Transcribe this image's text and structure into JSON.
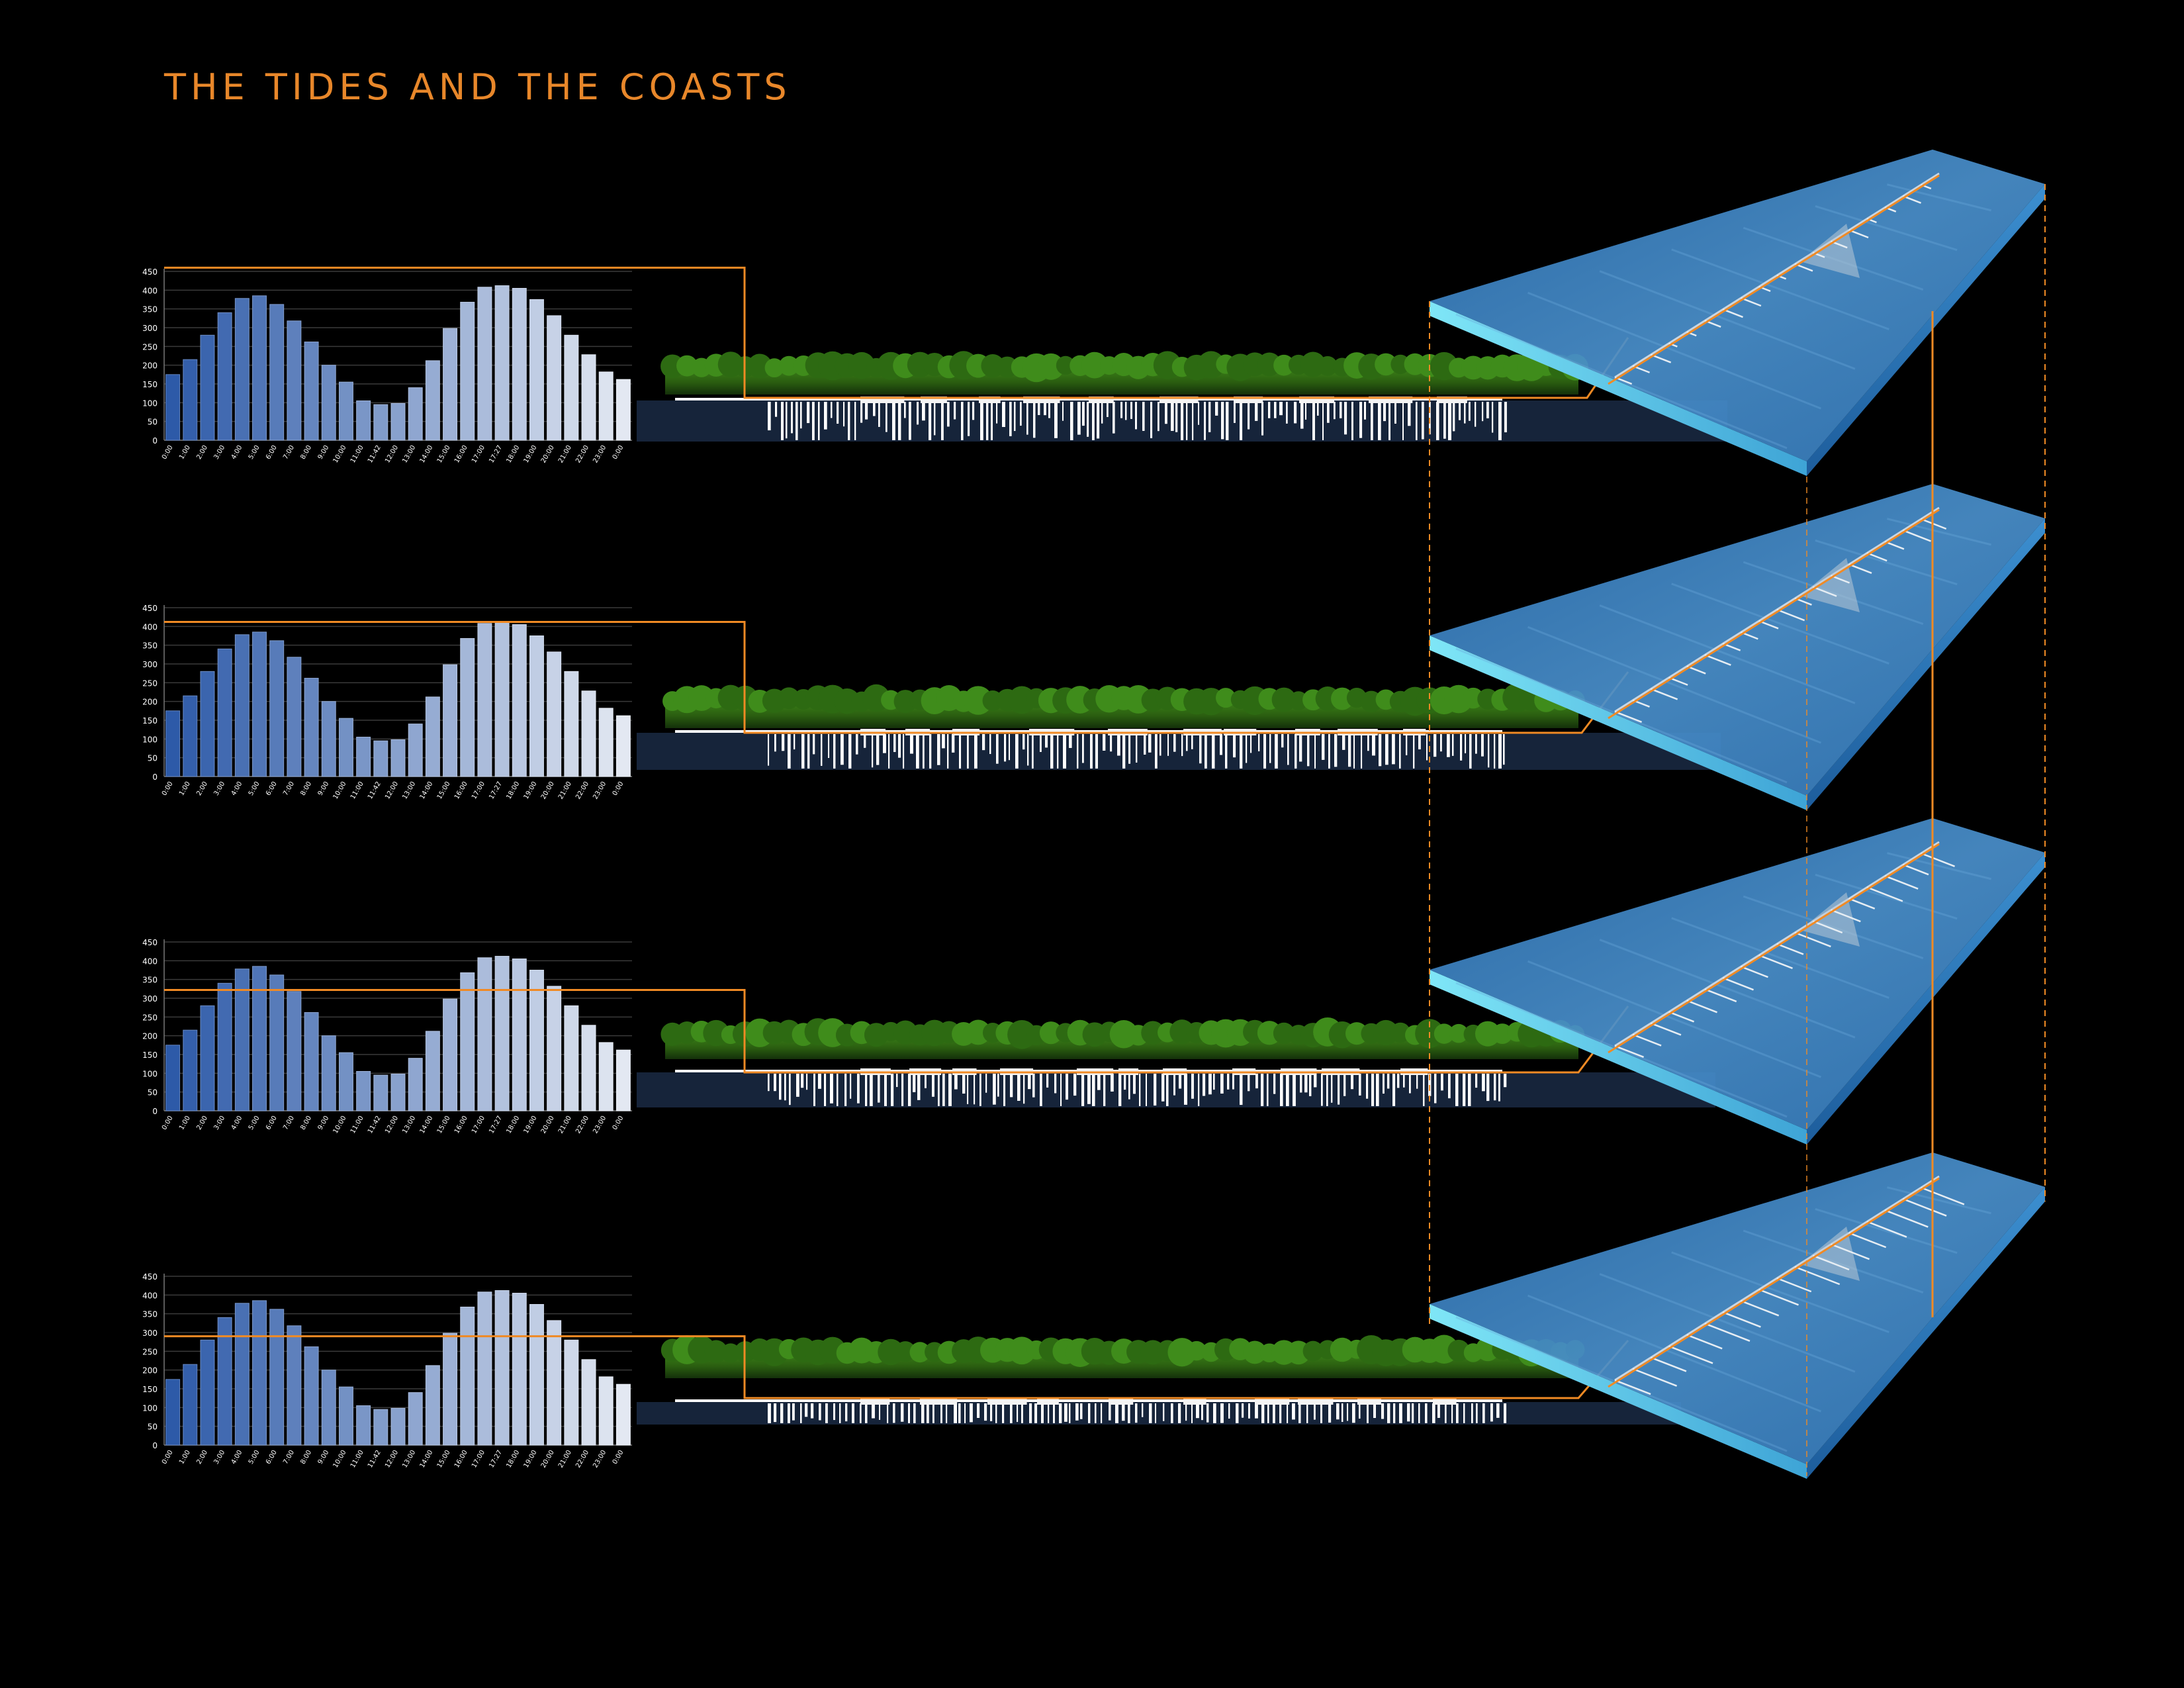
{
  "title": "THE TIDES AND THE COASTS",
  "colors": {
    "accent": "#f08a24",
    "bar_dark": "#2d5aa8",
    "bar_light": "#e3e8f2",
    "water": "#3d86c6",
    "edge": "#62d6f0",
    "trees": "#2f6a12",
    "ground": "#16243a"
  },
  "chart_data": [
    {
      "type": "bar",
      "categories": [
        "0:00",
        "1:00",
        "2:00",
        "3:00",
        "4:00",
        "5:00",
        "6:00",
        "7:00",
        "8:00",
        "9:00",
        "10:00",
        "11:00",
        "11:42",
        "12:00",
        "13:00",
        "14:00",
        "15:00",
        "16:00",
        "17:00",
        "17:27",
        "18:00",
        "19:00",
        "20:00",
        "21:00",
        "22:00",
        "23:00",
        "0:00"
      ],
      "values": [
        175,
        215,
        280,
        340,
        378,
        385,
        362,
        318,
        262,
        200,
        155,
        105,
        95,
        98,
        140,
        212,
        298,
        368,
        408,
        412,
        405,
        375,
        332,
        280,
        228,
        182,
        162
      ],
      "yticks": [
        0,
        50,
        100,
        150,
        200,
        250,
        300,
        350,
        400,
        450
      ],
      "ylim": [
        0,
        450
      ],
      "tide_level": 460
    },
    {
      "type": "bar",
      "categories": [
        "0:00",
        "1:00",
        "2:00",
        "3:00",
        "4:00",
        "5:00",
        "6:00",
        "7:00",
        "8:00",
        "9:00",
        "10:00",
        "11:00",
        "11:42",
        "12:00",
        "13:00",
        "14:00",
        "15:00",
        "16:00",
        "17:00",
        "17:27",
        "18:00",
        "19:00",
        "20:00",
        "21:00",
        "22:00",
        "23:00",
        "0:00"
      ],
      "values": [
        175,
        215,
        280,
        340,
        378,
        385,
        362,
        318,
        262,
        200,
        155,
        105,
        95,
        98,
        140,
        212,
        298,
        368,
        408,
        412,
        405,
        375,
        332,
        280,
        228,
        182,
        162
      ],
      "yticks": [
        0,
        50,
        100,
        150,
        200,
        250,
        300,
        350,
        400,
        450
      ],
      "ylim": [
        0,
        450
      ],
      "tide_level": 412
    },
    {
      "type": "bar",
      "categories": [
        "0:00",
        "1:00",
        "2:00",
        "3:00",
        "4:00",
        "5:00",
        "6:00",
        "7:00",
        "8:00",
        "9:00",
        "10:00",
        "11:00",
        "11:42",
        "12:00",
        "13:00",
        "14:00",
        "15:00",
        "16:00",
        "17:00",
        "17:27",
        "18:00",
        "19:00",
        "20:00",
        "21:00",
        "22:00",
        "23:00",
        "0:00"
      ],
      "values": [
        175,
        215,
        280,
        340,
        378,
        385,
        362,
        318,
        262,
        200,
        155,
        105,
        95,
        98,
        140,
        212,
        298,
        368,
        408,
        412,
        405,
        375,
        332,
        280,
        228,
        182,
        162
      ],
      "yticks": [
        0,
        50,
        100,
        150,
        200,
        250,
        300,
        350,
        400,
        450
      ],
      "ylim": [
        0,
        450
      ],
      "tide_level": 322
    },
    {
      "type": "bar",
      "categories": [
        "0:00",
        "1:00",
        "2:00",
        "3:00",
        "4:00",
        "5:00",
        "6:00",
        "7:00",
        "8:00",
        "9:00",
        "10:00",
        "11:00",
        "11:42",
        "12:00",
        "13:00",
        "14:00",
        "15:00",
        "16:00",
        "17:00",
        "17:27",
        "18:00",
        "19:00",
        "20:00",
        "21:00",
        "22:00",
        "23:00",
        "0:00"
      ],
      "values": [
        175,
        215,
        280,
        340,
        378,
        385,
        362,
        318,
        262,
        200,
        155,
        105,
        95,
        98,
        140,
        212,
        298,
        368,
        408,
        412,
        405,
        375,
        332,
        280,
        228,
        182,
        162
      ],
      "yticks": [
        0,
        50,
        100,
        150,
        200,
        250,
        300,
        350,
        400,
        450
      ],
      "ylim": [
        0,
        450
      ],
      "tide_level": 290
    }
  ]
}
